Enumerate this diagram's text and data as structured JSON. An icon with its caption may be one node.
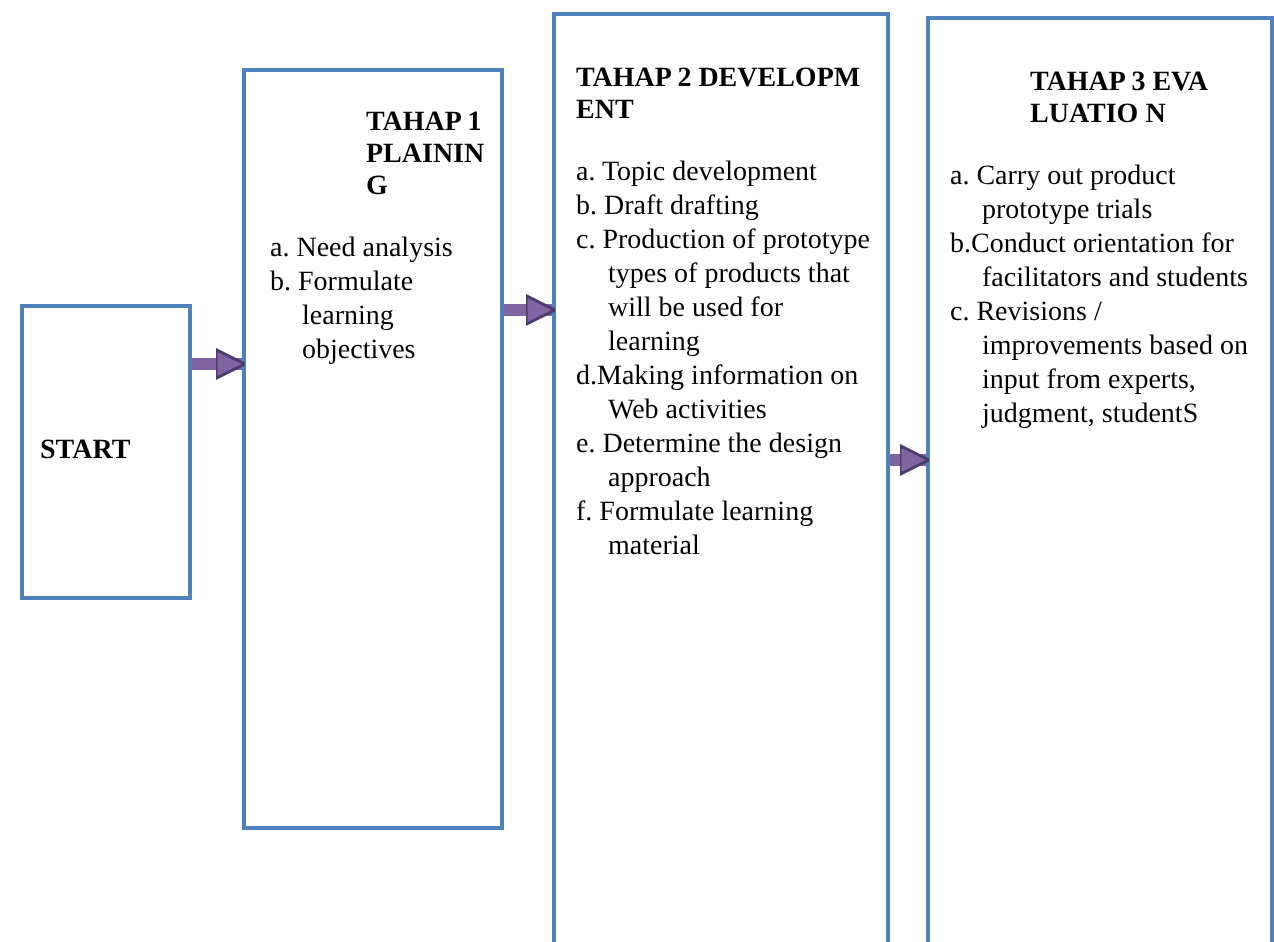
{
  "diagram": {
    "nodes": [
      {
        "text": [
          "START"
        ]
      },
      {
        "text": [
          "TAHAP 1 PLAINING",
          "a. Need analysis",
          "b. Formulate learning objectives"
        ]
      },
      {
        "text": [
          "TAHAP 2 DEVELOPMENT",
          "a. Topic development",
          "b. Draft drafting",
          "c. Production of prototype types of products that will be used for learning",
          "d.Making information on Web activities",
          "e. Determine the design approach",
          "f. Formulate learning material"
        ]
      },
      {
        "text": [
          "TAHAP 3 EVALUATIO N",
          "a. Carry out product prototype trials",
          "b.Conduct orientation for facilitators and students",
          "c. Revisions / improvements based on input from experts, judgment, studentS"
        ]
      }
    ],
    "edges": [
      {
        "from": 0,
        "to": 1,
        "arrow": "to"
      },
      {
        "from": 1,
        "to": 2,
        "arrow": "to"
      },
      {
        "from": 2,
        "to": 3,
        "arrow": "to"
      }
    ]
  }
}
